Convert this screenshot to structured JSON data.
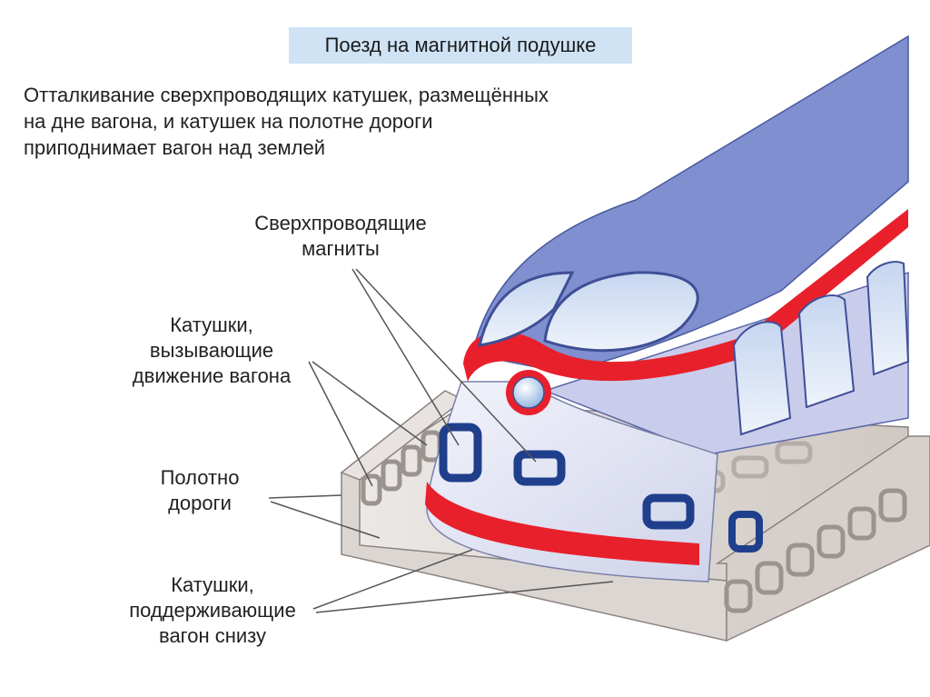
{
  "title": "Поезд на магнитной подушке",
  "description_lines": [
    "Отталкивание сверхпроводящих катушек, размещённых",
    "на дне вагона, и катушек на полотне дороги",
    "приподнимает вагон над землей"
  ],
  "labels": {
    "magnets": [
      "Сверхпроводящие",
      "магниты"
    ],
    "propulsion_coils": [
      "Катушки,",
      "вызывающие",
      "движение вагона"
    ],
    "guideway": [
      "Полотно",
      "дороги"
    ],
    "support_coils": [
      "Катушки,",
      "поддерживающие",
      "вагон снизу"
    ]
  },
  "colors": {
    "train_body": "#7f8fcf",
    "stripe": "#e8202c",
    "coil": "#1f3f8c",
    "guideway": "#ddd7d3",
    "window": "#dbe6f7",
    "title_bg": "#cfe3f5"
  }
}
